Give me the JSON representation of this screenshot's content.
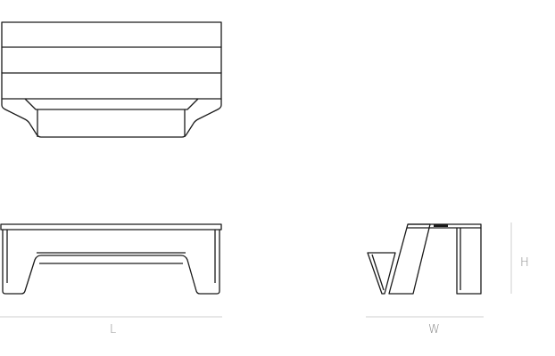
{
  "dimensions": {
    "length_label": "L",
    "width_label": "W",
    "height_label": "H"
  },
  "colors": {
    "outline": "#1a1a1a",
    "dimension_line": "#cfcfcf",
    "label_text": "#8a8a8a"
  }
}
